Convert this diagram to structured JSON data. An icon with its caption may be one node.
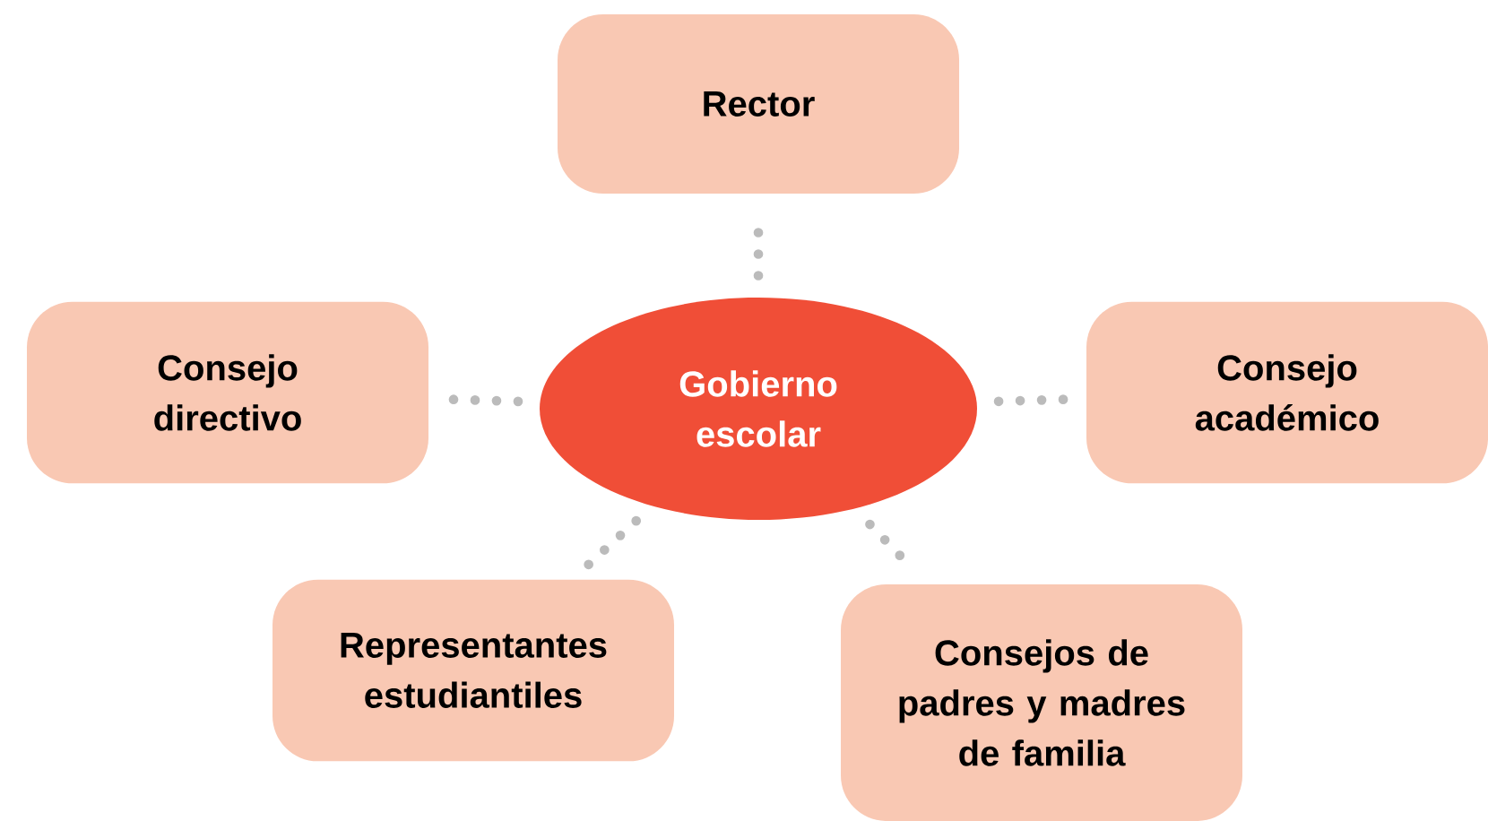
{
  "diagram": {
    "nodes": [
      {
        "text": [
          "Gobierno escolar"
        ]
      },
      {
        "text": [
          "Rector"
        ]
      },
      {
        "text": [
          "Consejo directivo"
        ]
      },
      {
        "text": [
          "Consejo académico"
        ]
      },
      {
        "text": [
          "Representantes estudiantiles"
        ]
      },
      {
        "text": [
          "Consejos de padres y madres de familia"
        ]
      }
    ],
    "edges": [
      {
        "from": 0,
        "to": 1,
        "arrow": "none"
      },
      {
        "from": 0,
        "to": 2,
        "arrow": "none"
      },
      {
        "from": 0,
        "to": 3,
        "arrow": "none"
      },
      {
        "from": 0,
        "to": 4,
        "arrow": "none"
      },
      {
        "from": 0,
        "to": 5,
        "arrow": "none"
      }
    ]
  }
}
